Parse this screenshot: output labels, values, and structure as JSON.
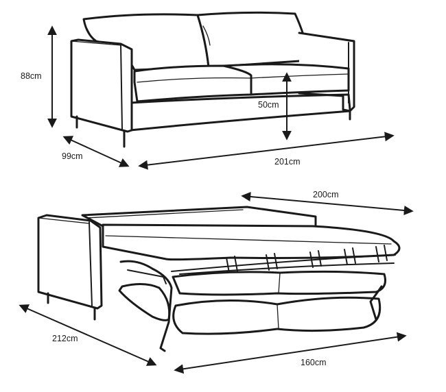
{
  "colors": {
    "line": "#1a1a1a",
    "background": "#ffffff"
  },
  "sofa": {
    "height": "88cm",
    "depth": "99cm",
    "width": "201cm",
    "seat_height": "50cm"
  },
  "bed": {
    "mattress_width": "200cm",
    "open_length": "212cm",
    "mattress_length": "160cm"
  }
}
